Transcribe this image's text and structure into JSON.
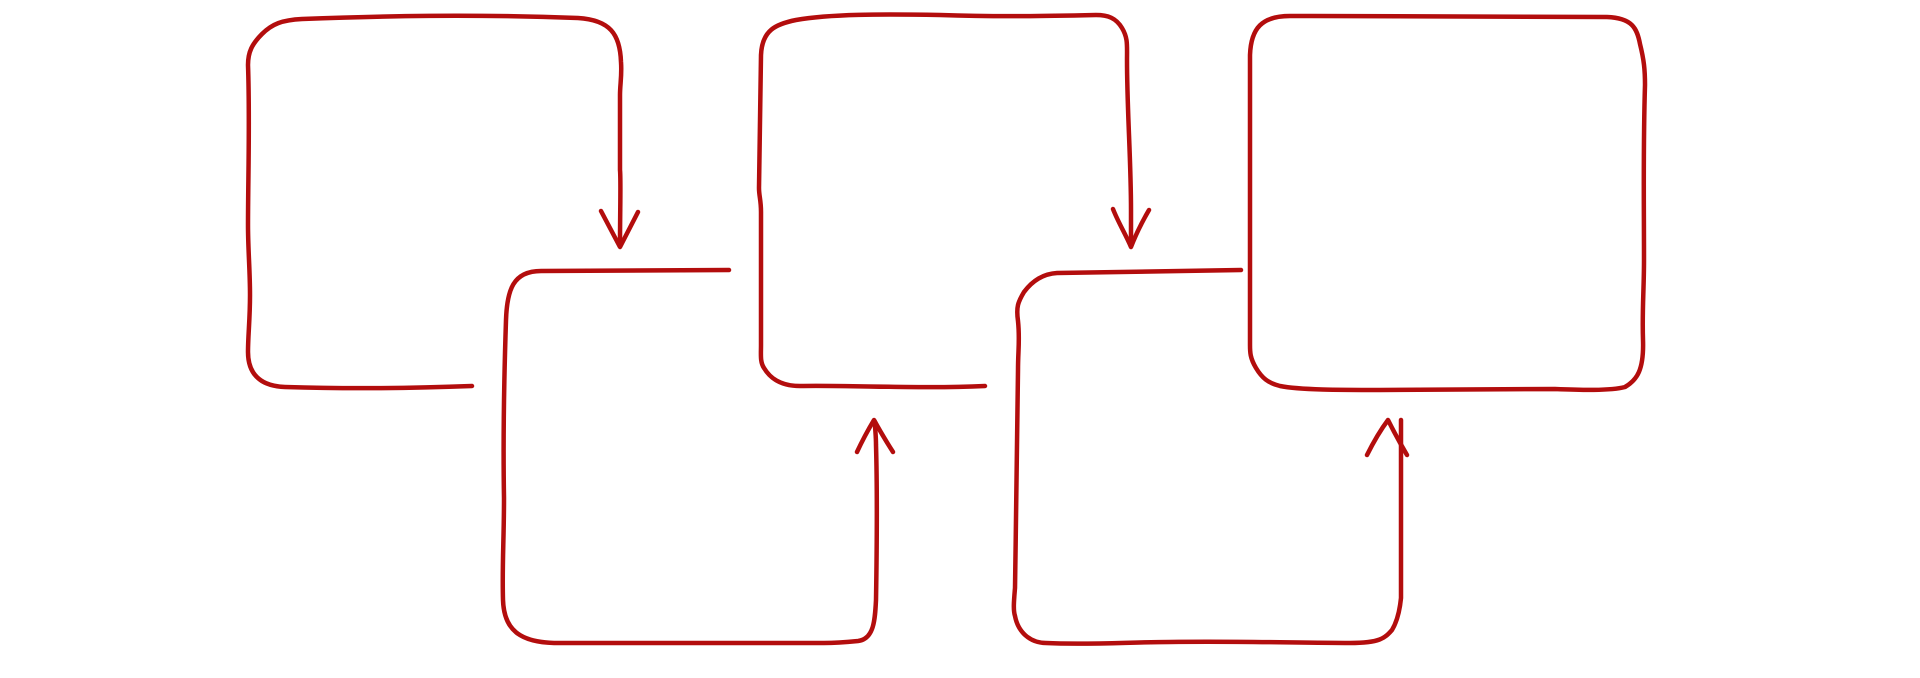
{
  "diagram": {
    "stroke_color": "#b30d0d",
    "background_color": "#ffffff",
    "segments": [
      {
        "kind": "loop",
        "direction": "clockwise"
      },
      {
        "kind": "loop",
        "direction": "counterclockwise"
      },
      {
        "kind": "loop",
        "direction": "clockwise"
      },
      {
        "kind": "loop",
        "direction": "counterclockwise"
      },
      {
        "kind": "closed-box"
      }
    ],
    "arrowheads": [
      {
        "points": "down"
      },
      {
        "points": "up"
      },
      {
        "points": "down"
      },
      {
        "points": "up"
      }
    ]
  }
}
